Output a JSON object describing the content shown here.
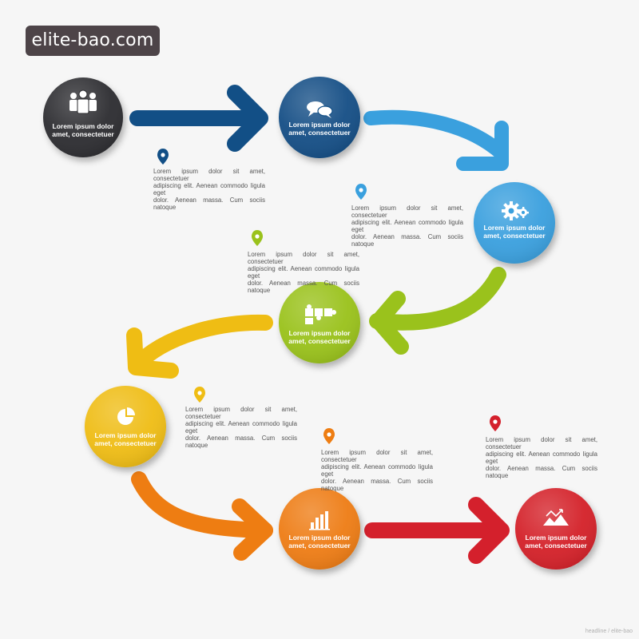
{
  "watermark": "elite-bao.com",
  "steps": [
    {
      "id": "team",
      "label_line1": "Lorem ipsum dolor",
      "label_line2": "amet, consectetuer",
      "color": "#2e2e31",
      "icon": "team-icon"
    },
    {
      "id": "chat",
      "label_line1": "Lorem ipsum dolor",
      "label_line2": "amet, consectetuer",
      "color": "#124f86",
      "icon": "chat-bubbles-icon"
    },
    {
      "id": "gears",
      "label_line1": "Lorem ipsum dolor",
      "label_line2": "amet, consectetuer",
      "color": "#3aa0de",
      "icon": "gears-icon"
    },
    {
      "id": "puzzle",
      "label_line1": "Lorem ipsum dolor",
      "label_line2": "amet, consectetuer",
      "color": "#9ac21c",
      "icon": "puzzle-icon"
    },
    {
      "id": "pie",
      "label_line1": "Lorem ipsum dolor",
      "label_line2": "amet, consectetuer",
      "color": "#efbd14",
      "icon": "pie-chart-icon"
    },
    {
      "id": "bars",
      "label_line1": "Lorem ipsum dolor",
      "label_line2": "amet, consectetuer",
      "color": "#ee7d12",
      "icon": "bar-chart-icon"
    },
    {
      "id": "growth",
      "label_line1": "Lorem ipsum dolor",
      "label_line2": "amet, consectetuer",
      "color": "#d4202c",
      "icon": "growth-chart-icon"
    }
  ],
  "descriptions": [
    {
      "color": "#124f86",
      "line1": "Lorem ipsum dolor sit amet, consectetuer",
      "line2": "adipiscing elit. Aenean commodo ligula eget",
      "line3": "dolor. Aenean massa. Cum sociis natoque"
    },
    {
      "color": "#3aa0de",
      "line1": "Lorem ipsum dolor sit amet, consectetuer",
      "line2": "adipiscing elit. Aenean commodo ligula eget",
      "line3": "dolor. Aenean massa. Cum sociis natoque"
    },
    {
      "color": "#9ac21c",
      "line1": "Lorem ipsum dolor sit amet, consectetuer",
      "line2": "adipiscing elit. Aenean commodo ligula eget",
      "line3": "dolor. Aenean massa. Cum sociis natoque"
    },
    {
      "color": "#efbd14",
      "line1": "Lorem ipsum dolor sit amet, consectetuer",
      "line2": "adipiscing elit. Aenean commodo ligula eget",
      "line3": "dolor. Aenean massa. Cum sociis natoque"
    },
    {
      "color": "#ee7d12",
      "line1": "Lorem ipsum dolor sit amet, consectetuer",
      "line2": "adipiscing elit. Aenean commodo ligula eget",
      "line3": "dolor. Aenean massa. Cum sociis natoque"
    },
    {
      "color": "#d4202c",
      "line1": "Lorem ipsum dolor sit amet, consectetuer",
      "line2": "adipiscing elit. Aenean commodo ligula eget",
      "line3": "dolor. Aenean massa. Cum sociis natoque"
    }
  ],
  "footer_mark": "headline / elite-bao"
}
